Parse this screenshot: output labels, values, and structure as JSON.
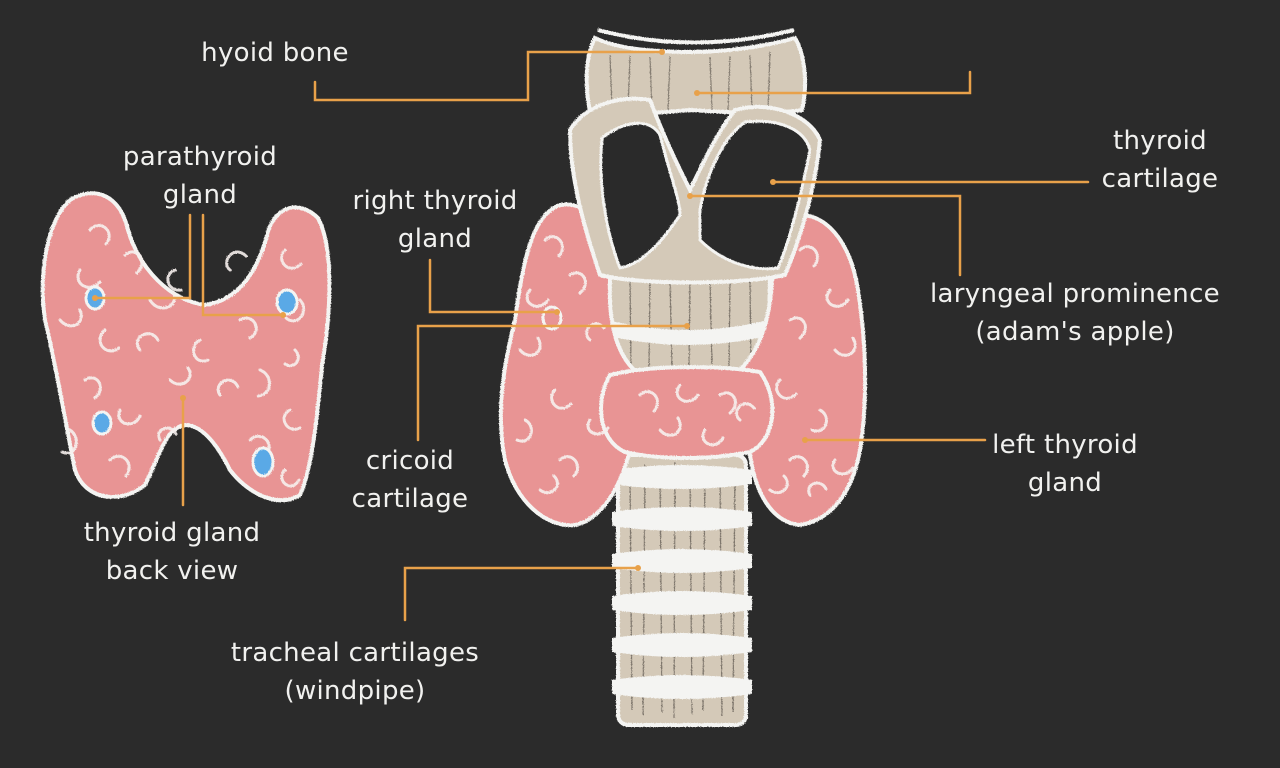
{
  "colors": {
    "board": "#2b2b2b",
    "gland": "#e89494",
    "cartilage": "#d4c9b8",
    "parathyroid": "#5aa9e6",
    "chalk": "#f4f4f2",
    "leader": "#e8a14a"
  },
  "labels": {
    "hyoid_bone": "hyoid bone",
    "parathyroid_1": "parathyroid",
    "parathyroid_2": "gland",
    "right_thyroid_1": "right thyroid",
    "right_thyroid_2": "gland",
    "thyroid_cartilage_1": "thyroid",
    "thyroid_cartilage_2": "cartilage",
    "laryngeal_1": "laryngeal prominence",
    "laryngeal_2": "(adam's apple)",
    "left_thyroid_1": "left thyroid",
    "left_thyroid_2": "gland",
    "cricoid_1": "cricoid",
    "cricoid_2": "cartilage",
    "back_view_1": "thyroid gland",
    "back_view_2": "back view",
    "tracheal_1": "tracheal cartilages",
    "tracheal_2": "(windpipe)"
  }
}
